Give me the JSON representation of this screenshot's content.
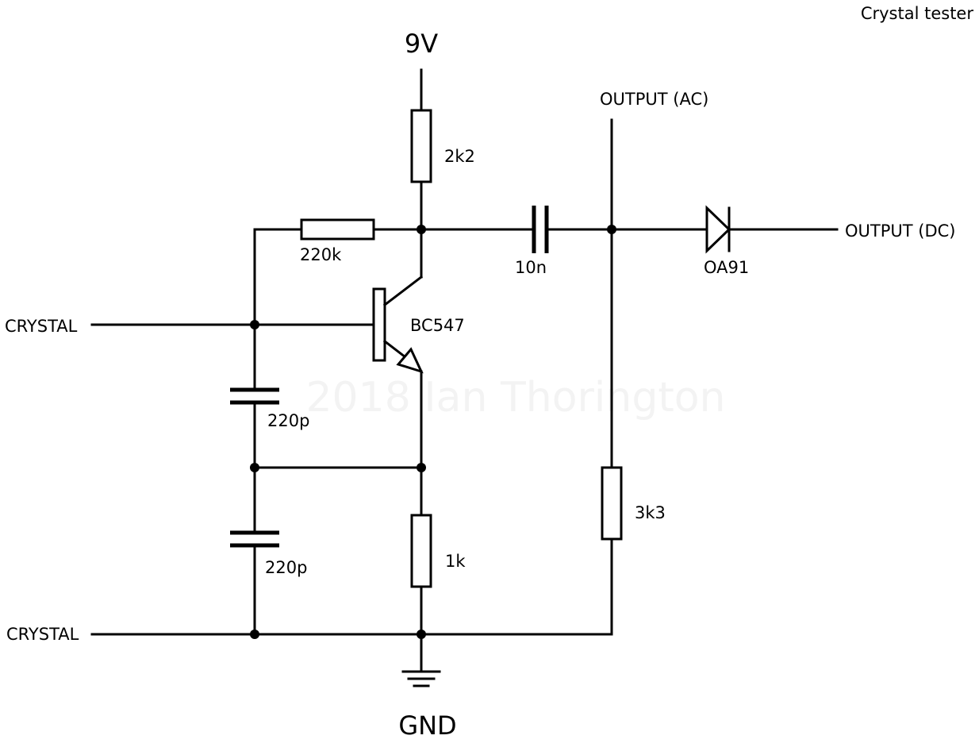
{
  "title": "Crystal tester",
  "supply_label": "9V",
  "ground_label": "GND",
  "watermark": "2018 Ian Thorington",
  "terminals": {
    "crystal_top": "CRYSTAL",
    "crystal_bottom": "CRYSTAL",
    "output_ac": "OUTPUT (AC)",
    "output_dc": "OUTPUT (DC)"
  },
  "components": {
    "r_collector": "2k2",
    "r_bias": "220k",
    "transistor": "BC547",
    "cap_coupling": "10n",
    "diode": "OA91",
    "cap_upper": "220p",
    "cap_lower": "220p",
    "r_emitter": "1k",
    "r_load": "3k3"
  }
}
